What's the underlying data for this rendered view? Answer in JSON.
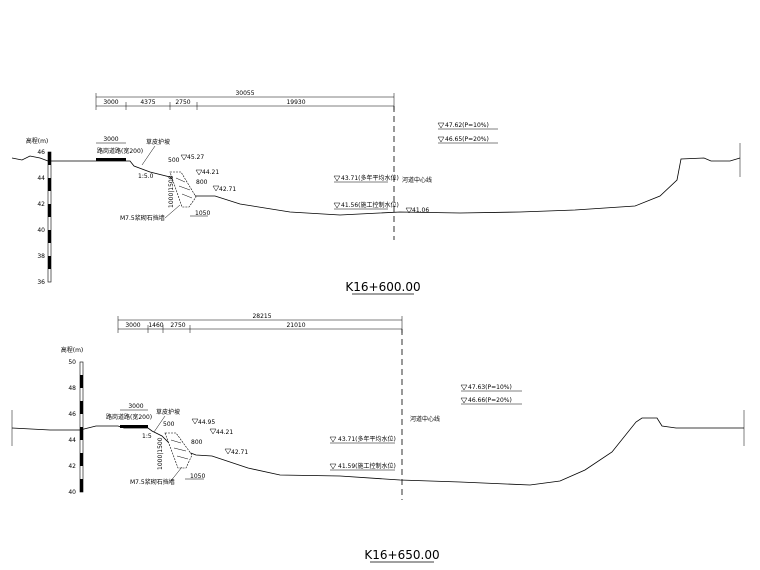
{
  "sections": [
    {
      "station": "K16+600.00",
      "total_width": "30055",
      "segments": [
        "3000",
        "4375",
        "2750",
        "19930"
      ],
      "elevation_label": "高程(m)",
      "elevation_ticks": [
        "46",
        "44",
        "42",
        "40",
        "38",
        "36"
      ],
      "road_width": "3000",
      "road_label": "路岗道路(宽200)",
      "grass_label": "草皮护坡",
      "slope_label": "1:5.0",
      "berm_width": "500",
      "revet_top_width": "800",
      "revet_height": "1000|1500",
      "revet_base_width": "1050",
      "revet_label": "M7.5浆砌石挡墙",
      "elev_top": "45.27",
      "elev_mid": "44.21",
      "elev_toe": "42.71",
      "bed_elev": "41.06",
      "flood_10": "47.62(P=10%)",
      "flood_20": "46.65(P=20%)",
      "avg_water": "43.71(多年平均水位)",
      "construction_water": "41.56(施工控制水位)",
      "center_line_label": "河道中心线"
    },
    {
      "station": "K16+650.00",
      "total_width": "28215",
      "segments": [
        "3000",
        "1460",
        "2750",
        "21010"
      ],
      "elevation_label": "高程(m)",
      "elevation_ticks": [
        "50",
        "48",
        "46",
        "44",
        "42",
        "40"
      ],
      "road_width": "3000",
      "road_label": "路岗道路(宽200)",
      "grass_label": "草皮护坡",
      "slope_label": "1:5",
      "berm_width": "500",
      "revet_top_width": "800",
      "revet_height": "1000|1500",
      "revet_base_width": "1050",
      "revet_label": "M7.5浆砌石挡墙",
      "elev_top": "44.95",
      "elev_mid": "44.21",
      "elev_toe": "42.71",
      "flood_10": "47.63(P=10%)",
      "flood_20": "46.66(P=20%)",
      "avg_water": "43.71(多年平均水位)",
      "construction_water": "41.59(施工控制水位)",
      "center_line_label": "河道中心线"
    }
  ]
}
